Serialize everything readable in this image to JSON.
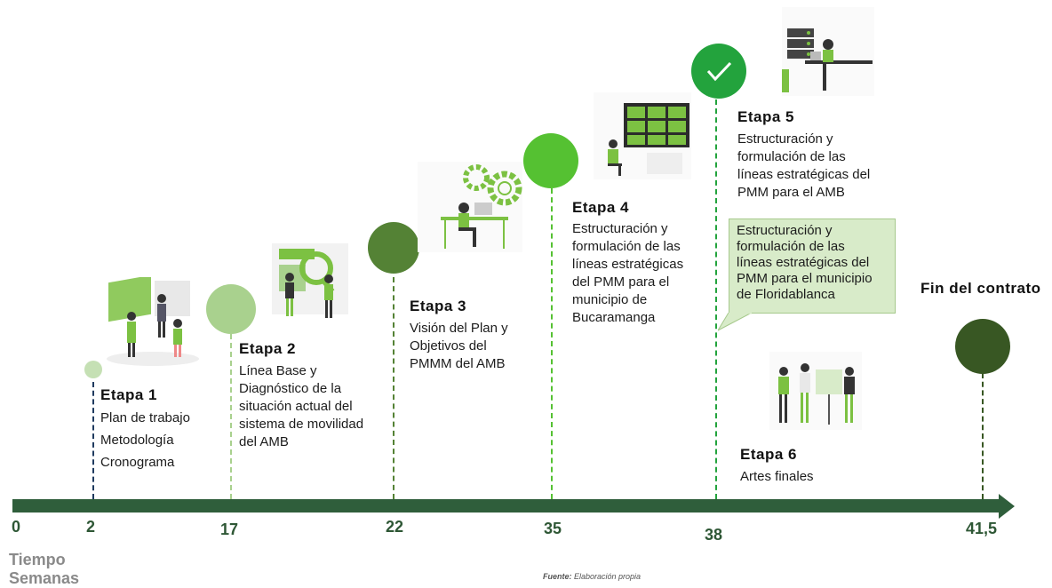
{
  "stages": [
    {
      "title": "Etapa 1",
      "items": [
        "Plan de trabajo",
        "Metodología",
        "Cronograma"
      ]
    },
    {
      "title": "Etapa 2",
      "lines": [
        "Línea Base y",
        "Diagnóstico de la",
        "situación actual del",
        "sistema de movilidad",
        "del AMB"
      ]
    },
    {
      "title": "Etapa 3",
      "lines": [
        "Visión del Plan y",
        "Objetivos del",
        "PMMM del AMB"
      ]
    },
    {
      "title": "Etapa 4",
      "lines": [
        "Estructuración y",
        "formulación de las",
        "líneas estratégicas",
        "del PMM para el",
        "municipio de",
        "Bucaramanga"
      ]
    },
    {
      "title": "Etapa 5",
      "lines": [
        "Estructuración y",
        "formulación de las",
        "líneas estratégicas del",
        "PMM para el AMB"
      ]
    },
    {
      "title": "Etapa 6",
      "lines": [
        "Artes finales"
      ]
    }
  ],
  "callout": {
    "lines": [
      "Estructuración y",
      "formulación de las",
      "líneas estratégicas del",
      "PMM para el municipio",
      "de Floridablanca"
    ]
  },
  "end_label": "Fin del contrato",
  "axis": {
    "ticks": [
      "0",
      "2",
      "17",
      "22",
      "35",
      "38",
      "41,5"
    ],
    "label_line1": "Tiempo",
    "label_line2": "Semanas"
  },
  "source": {
    "prefix": "Fuente:",
    "text": " Elaboración propia"
  },
  "colors": {
    "axis": "#2f5e3b",
    "stage1": "#c5e0b4",
    "stage2": "#a9d18e",
    "stage3": "#548235",
    "stage4": "#55c132",
    "stage5": "#23a33d",
    "end": "#385723",
    "illustration": "#7cc142"
  },
  "icons": [
    "checkmark-icon"
  ]
}
